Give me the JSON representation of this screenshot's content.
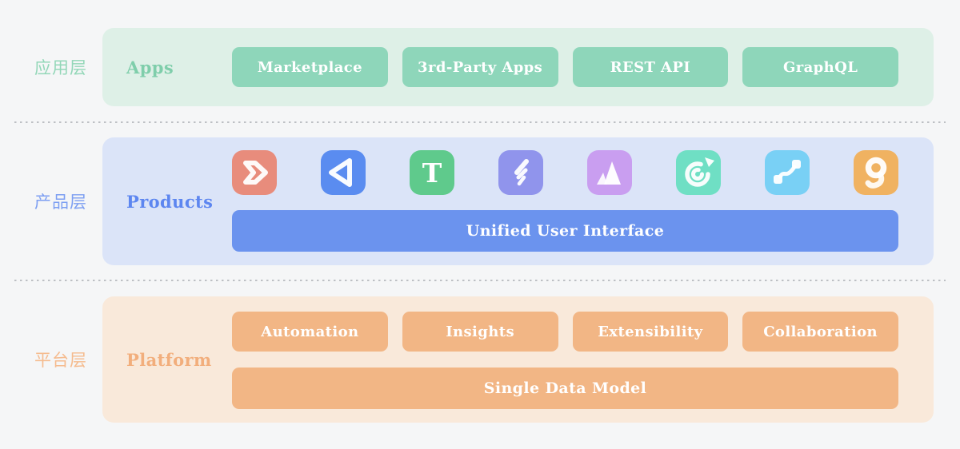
{
  "background": "#f5f6f7",
  "separator_color": "#bdc0c4",
  "layers": [
    {
      "side_label": "应用层",
      "side_label_color": "#93d7b8",
      "panel_label": "Apps",
      "panel_label_color": "#7fceab",
      "panel_bg": "#def0e7",
      "button_bg": "#8ed6ba",
      "button_text_color": "#ffffff",
      "buttons": [
        "Marketplace",
        "3rd-Party Apps",
        "REST API",
        "GraphQL"
      ]
    },
    {
      "side_label": "产品层",
      "side_label_color": "#7d9ff2",
      "panel_label": "Products",
      "panel_label_color": "#5d86f0",
      "panel_bg": "#dbe4f8",
      "bar_label": "Unified User Interface",
      "bar_bg": "#6b93ee",
      "bar_text_color": "#ffffff",
      "icons": [
        {
          "name": "notched-chevron-icon",
          "bg": "#e88c7c"
        },
        {
          "name": "triangle-outline-icon",
          "bg": "#5a8cf0"
        },
        {
          "name": "letter-t-icon",
          "bg": "#5fca8c",
          "glyph": "T"
        },
        {
          "name": "feather-icon",
          "bg": "#9094ec"
        },
        {
          "name": "mountain-a-icon",
          "bg": "#c99ef0"
        },
        {
          "name": "target-arrow-icon",
          "bg": "#6fdfc4"
        },
        {
          "name": "workflow-curve-icon",
          "bg": "#79d0f5"
        },
        {
          "name": "loop-tail-icon",
          "bg": "#f0b261"
        }
      ]
    },
    {
      "side_label": "平台层",
      "side_label_color": "#f5bb8e",
      "panel_label": "Platform",
      "panel_label_color": "#f2ae7c",
      "panel_bg": "#f9e9da",
      "button_bg": "#f2b685",
      "button_text_color": "#ffffff",
      "buttons": [
        "Automation",
        "Insights",
        "Extensibility",
        "Collaboration"
      ],
      "bar_label": "Single Data Model",
      "bar_bg": "#f2b685",
      "bar_text_color": "#ffffff"
    }
  ]
}
